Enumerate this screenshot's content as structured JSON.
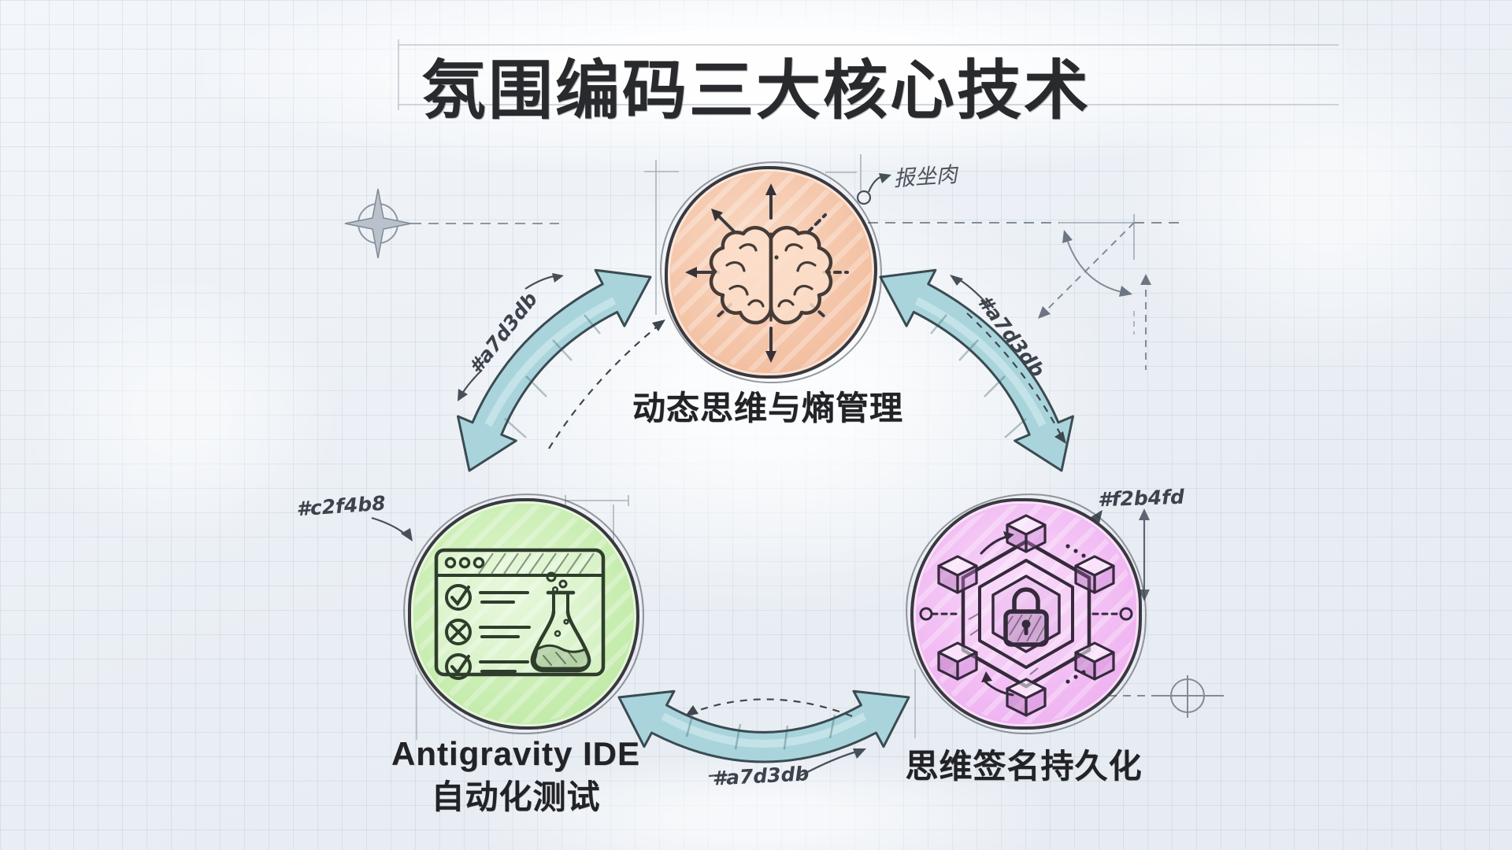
{
  "title": "氛围编码三大核心技术",
  "nodes": {
    "thinking": {
      "label": "动态思维与熵管理",
      "annotation": "报坐肉",
      "fill_color": "#f5c3a4",
      "icon": "brain-radiating-icon"
    },
    "ide": {
      "label_en": "Antigravity IDE",
      "label_zh": "自动化测试",
      "hex_label": "#c2f4b8",
      "fill_color": "#c2f4b8",
      "icon": "checklist-flask-icon"
    },
    "signature": {
      "label": "思维签名持久化",
      "hex_label": "#f2b4fd",
      "fill_color": "#f2b4fd",
      "icon": "cube-lock-icon"
    }
  },
  "arrows": {
    "color": "#a7d3db",
    "left_label": "#a7d3db",
    "right_label": "#a7d3db",
    "bottom_label": "#a7d3db"
  }
}
